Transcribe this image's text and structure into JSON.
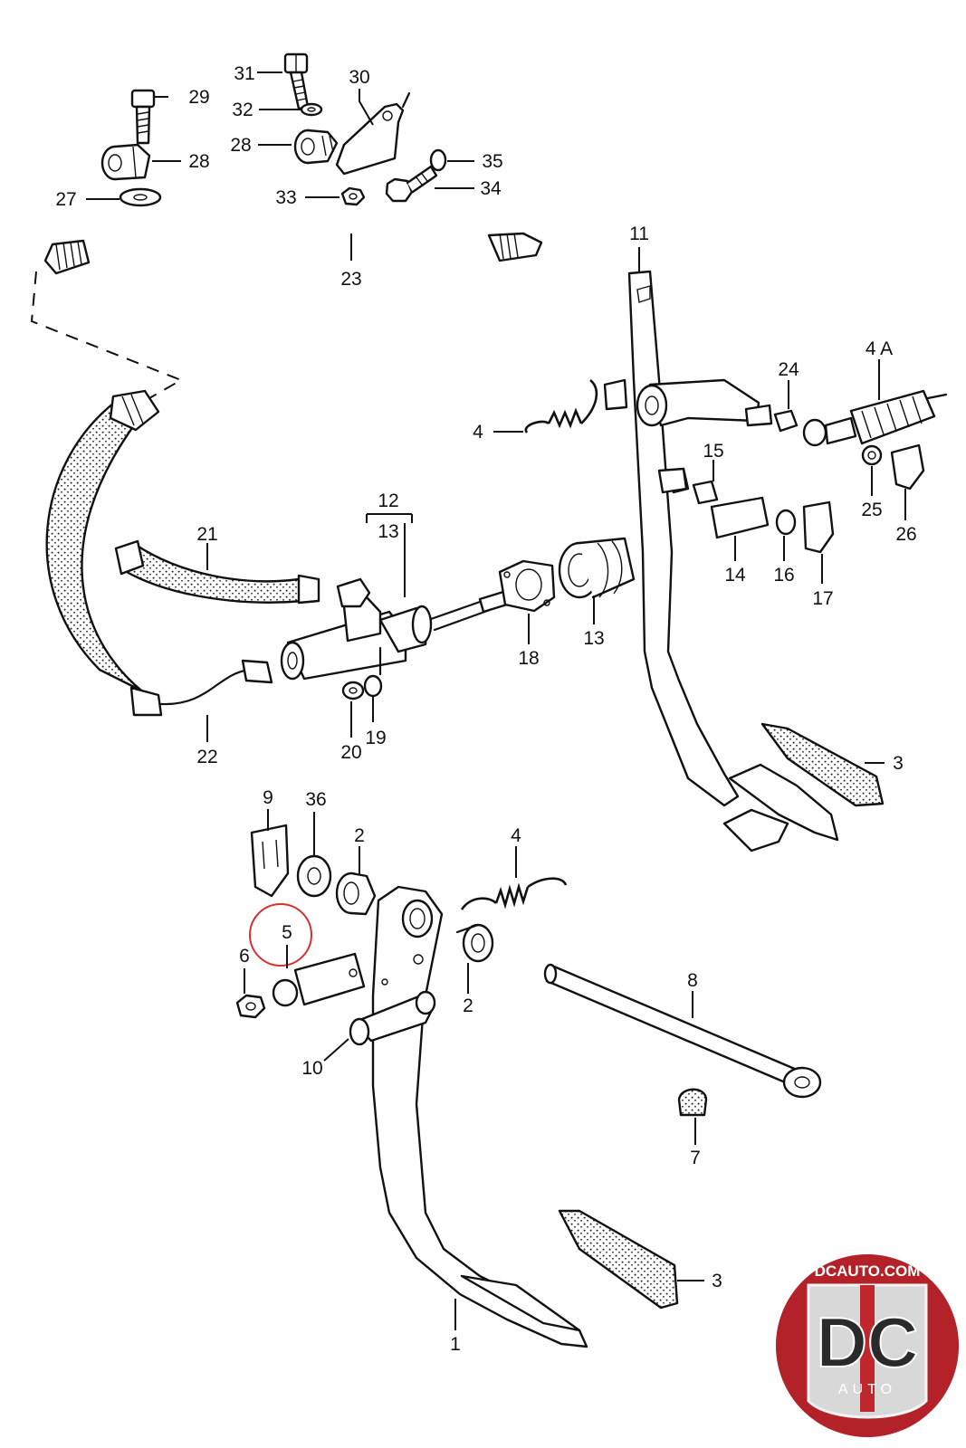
{
  "diagram": {
    "labels": [
      {
        "id": "31",
        "text": "31"
      },
      {
        "id": "30",
        "text": "30"
      },
      {
        "id": "29",
        "text": "29"
      },
      {
        "id": "32",
        "text": "32"
      },
      {
        "id": "28a",
        "text": "28"
      },
      {
        "id": "28b",
        "text": "28"
      },
      {
        "id": "35",
        "text": "35"
      },
      {
        "id": "34",
        "text": "34"
      },
      {
        "id": "33",
        "text": "33"
      },
      {
        "id": "27",
        "text": "27"
      },
      {
        "id": "23",
        "text": "23"
      },
      {
        "id": "11",
        "text": "11"
      },
      {
        "id": "4A",
        "text": "4 A"
      },
      {
        "id": "24",
        "text": "24"
      },
      {
        "id": "4a",
        "text": "4"
      },
      {
        "id": "15",
        "text": "15"
      },
      {
        "id": "25",
        "text": "25"
      },
      {
        "id": "26",
        "text": "26"
      },
      {
        "id": "12",
        "text": "12"
      },
      {
        "id": "13a",
        "text": "13"
      },
      {
        "id": "21",
        "text": "21"
      },
      {
        "id": "14",
        "text": "14"
      },
      {
        "id": "16",
        "text": "16"
      },
      {
        "id": "17",
        "text": "17"
      },
      {
        "id": "18",
        "text": "18"
      },
      {
        "id": "13b",
        "text": "13"
      },
      {
        "id": "22",
        "text": "22"
      },
      {
        "id": "20",
        "text": "20"
      },
      {
        "id": "19",
        "text": "19"
      },
      {
        "id": "3a",
        "text": "3"
      },
      {
        "id": "9",
        "text": "9"
      },
      {
        "id": "36",
        "text": "36"
      },
      {
        "id": "2a",
        "text": "2"
      },
      {
        "id": "4b",
        "text": "4"
      },
      {
        "id": "5",
        "text": "5"
      },
      {
        "id": "6",
        "text": "6"
      },
      {
        "id": "2b",
        "text": "2"
      },
      {
        "id": "8",
        "text": "8"
      },
      {
        "id": "10",
        "text": "10"
      },
      {
        "id": "7",
        "text": "7"
      },
      {
        "id": "3b",
        "text": "3"
      },
      {
        "id": "1",
        "text": "1"
      }
    ],
    "highlight": {
      "part": "5",
      "color": "#d9302f"
    }
  },
  "logo": {
    "top_text": "DCAUTO.COM",
    "monogram": "DC",
    "sub_text": "AUTO",
    "colors": {
      "ring": "#b8242b",
      "inner": "#d8d8d8",
      "letters": "#2a2a2a",
      "stripe": "#c0262d"
    }
  }
}
